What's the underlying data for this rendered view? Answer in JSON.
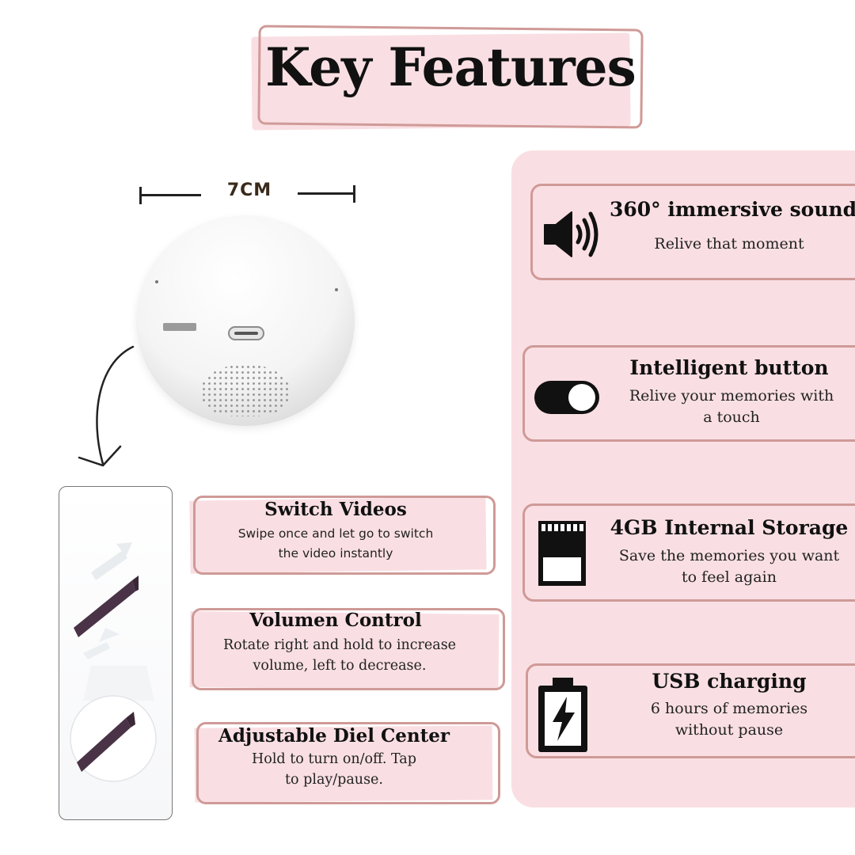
{
  "title": "Key Features",
  "dimension_label": "7CM",
  "left_features": [
    {
      "title": "Switch Videos",
      "desc_line1": "Swipe once and let go to switch",
      "desc_line2": "the video instantly"
    },
    {
      "title": "Volumen Control",
      "desc_line1": "Rotate right and hold to increase",
      "desc_line2": "volume, left to decrease."
    },
    {
      "title": "Adjustable Diel Center",
      "desc_line1": "Hold to turn on/off. Tap",
      "desc_line2": "to play/pause."
    }
  ],
  "right_features": [
    {
      "icon": "speaker-icon",
      "title": "360° immersive sound",
      "desc_line1": "Relive that moment",
      "desc_line2": ""
    },
    {
      "icon": "toggle-icon",
      "title": "Intelligent button",
      "desc_line1": "Relive your memories with",
      "desc_line2": "a touch"
    },
    {
      "icon": "sd-card-icon",
      "title": "4GB Internal Storage",
      "desc_line1": "Save the memories you want",
      "desc_line2": "to feel again"
    },
    {
      "icon": "battery-charging-icon",
      "title": "USB charging",
      "desc_line1": "6 hours of memories",
      "desc_line2": "without pause"
    }
  ],
  "colors": {
    "card_fill": "#f9dfe3",
    "card_border": "#cf9a97",
    "accent_dark": "#4a3346"
  }
}
